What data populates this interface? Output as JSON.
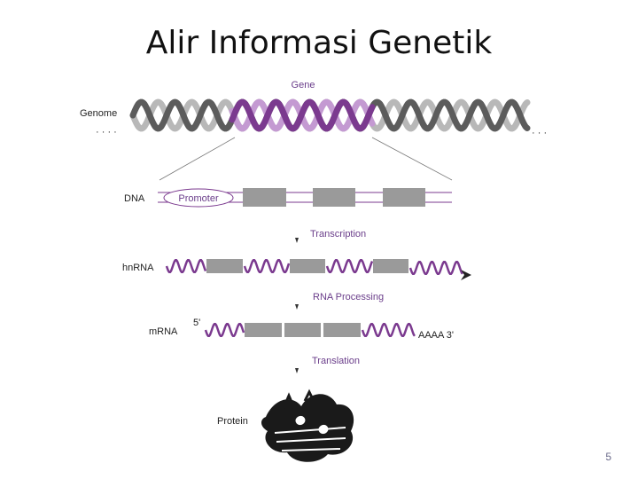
{
  "slide": {
    "title": "Alir Informasi Genetik",
    "page_number": "5"
  },
  "colors": {
    "gene": "#7b3a8f",
    "genome_strand": "#5c5c5c",
    "exon": "#9a9a9a",
    "mrna_wave": "#7b3a8f",
    "promoter": "#7b3a8f",
    "protein": "#1a1a1a"
  },
  "diagram": {
    "gene_label": "Gene",
    "genome_label": "Genome",
    "genome_dots_left": "· · · ·",
    "genome_dots_right": "· · ·",
    "dna_label": "DNA",
    "promoter_label": "Promoter",
    "hnrna_label": "hnRNA",
    "mrna_label": "mRNA",
    "mrna_5prime": "5'",
    "mrna_tail": "AAAA 3'",
    "protein_label": "Protein",
    "steps": {
      "transcription": "Transcription",
      "processing": "RNA Processing",
      "translation": "Translation"
    }
  }
}
